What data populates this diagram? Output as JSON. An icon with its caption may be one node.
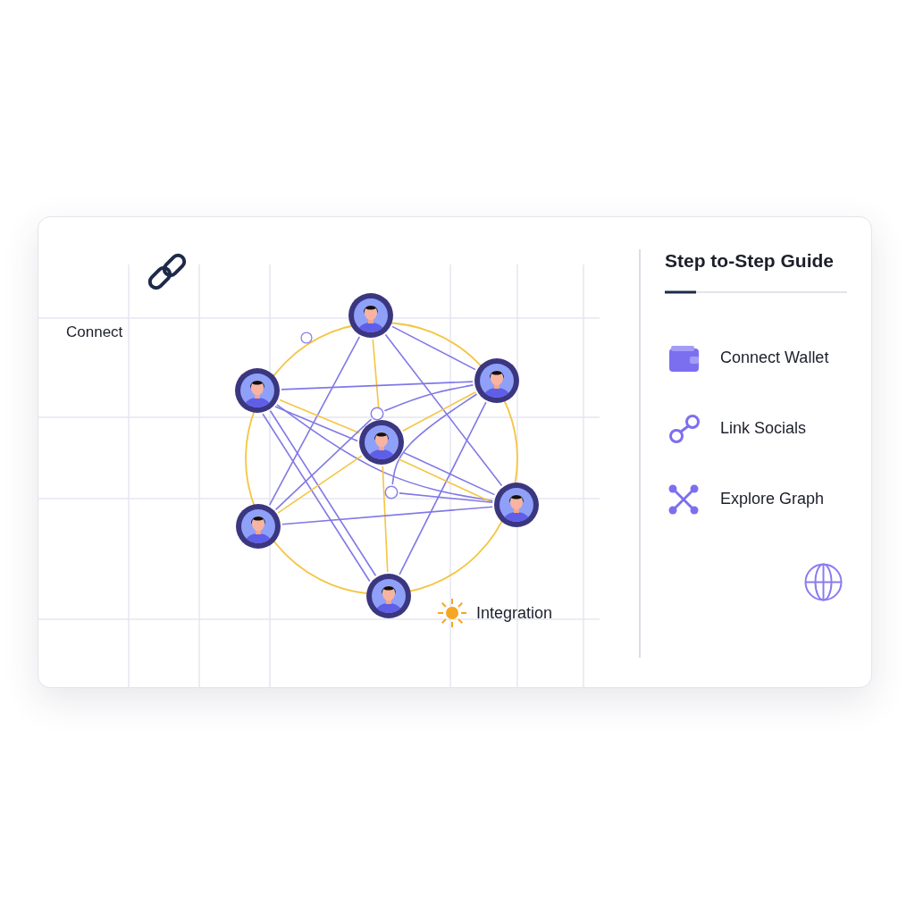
{
  "diagram": {
    "nodes": [
      {
        "text": [],
        "shape": "person"
      },
      {
        "text": [],
        "shape": "person"
      },
      {
        "text": [],
        "shape": "person"
      },
      {
        "text": [],
        "shape": "person"
      },
      {
        "text": [],
        "shape": "person"
      },
      {
        "text": [],
        "shape": "person"
      },
      {
        "text": [],
        "shape": "person"
      },
      {
        "text": [],
        "shape": "circle"
      },
      {
        "text": [],
        "shape": "circle"
      },
      {
        "text": [],
        "shape": "circle"
      }
    ],
    "edges": [
      {
        "from": 0,
        "to": 3,
        "arrow": "none",
        "color": "#f5c542"
      },
      {
        "from": 0,
        "to": 4,
        "arrow": "none"
      },
      {
        "from": 0,
        "to": 2,
        "arrow": "none"
      },
      {
        "from": 0,
        "to": 5,
        "arrow": "none"
      },
      {
        "from": 1,
        "to": 2,
        "arrow": "none"
      },
      {
        "from": 1,
        "to": 3,
        "arrow": "none",
        "color": "#f5c542"
      },
      {
        "from": 1,
        "to": 3,
        "arrow": "none"
      },
      {
        "from": 1,
        "to": 5,
        "arrow": "none"
      },
      {
        "from": 1,
        "to": 6,
        "arrow": "none"
      },
      {
        "from": 1,
        "to": 6,
        "arrow": "none"
      },
      {
        "from": 2,
        "to": 8,
        "arrow": "none"
      },
      {
        "from": 8,
        "to": 4,
        "arrow": "none"
      },
      {
        "from": 2,
        "to": 3,
        "arrow": "none",
        "color": "#f5c542"
      },
      {
        "from": 2,
        "to": 9,
        "arrow": "none"
      },
      {
        "from": 2,
        "to": 6,
        "arrow": "none"
      },
      {
        "from": 3,
        "to": 4,
        "arrow": "none",
        "color": "#f5c542"
      },
      {
        "from": 3,
        "to": 5,
        "arrow": "none"
      },
      {
        "from": 3,
        "to": 5,
        "arrow": "none",
        "color": "#f5c542"
      },
      {
        "from": 3,
        "to": 6,
        "arrow": "none",
        "color": "#f5c542"
      },
      {
        "from": 9,
        "to": 5,
        "arrow": "none"
      },
      {
        "from": 4,
        "to": 5,
        "arrow": "none"
      }
    ],
    "labels": [
      "Connect",
      "Integration",
      "Step to-Step Guide",
      "Connect Wallet",
      "Link Socials",
      "Explore Graph"
    ]
  }
}
